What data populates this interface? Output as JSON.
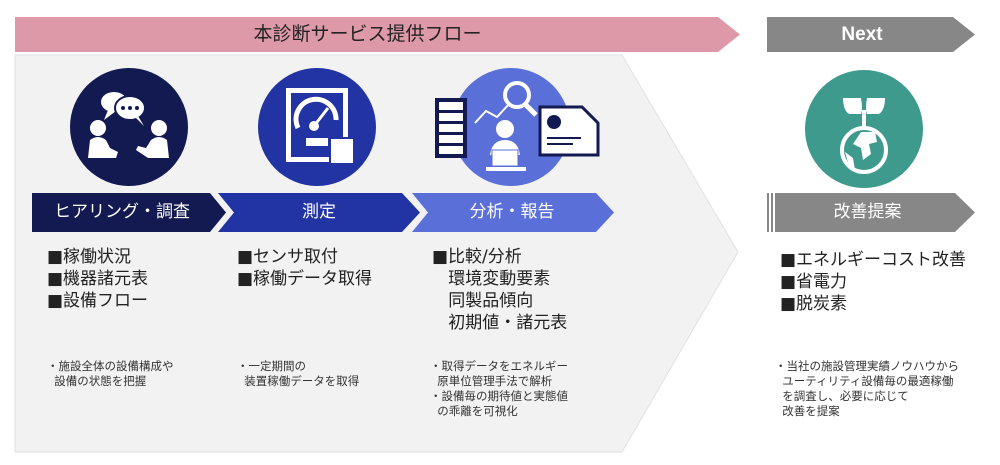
{
  "header": {
    "title": "本診断サービス提供フロー",
    "next_label": "Next"
  },
  "colors": {
    "banner_pink": "#dd99a8",
    "next_gray": "#878787",
    "panel_bg": "#f2f2f2",
    "step1": "#131a52",
    "step2": "#2233a3",
    "step3": "#5b6fd9",
    "proposal_green": "#3d9a8c"
  },
  "steps": [
    {
      "label": "ヒアリング・調査",
      "icon": "conversation-icon",
      "bullets": "■稼働状況\n■機器諸元表\n■設備フロー",
      "notes": "・施設全体の設備構成や\n  設備の状態を把握"
    },
    {
      "label": "測定",
      "icon": "meter-gauge-icon",
      "bullets": "■センサ取付\n■稼働データ取得",
      "notes": "・一定期間の\n  装置稼働データを取得"
    },
    {
      "label": "分析・報告",
      "icon": "analyst-report-icon",
      "bullets": "■比較/分析\n   環境変動要素\n   同製品傾向\n   初期値・諸元表",
      "notes": "・取得データをエネルギー\n  原単位管理手法で解析\n・設備毎の期待値と実態値\n  の乖離を可視化"
    }
  ],
  "next_step": {
    "label": "改善提案",
    "icon": "sprout-globe-icon",
    "bullets": "■エネルギーコスト改善\n■省電力\n■脱炭素",
    "notes": "・当社の施設管理実績ノウハウから\n  ユーティリティ設備毎の最適稼働\n  を調査し、必要に応じて\n  改善を提案"
  }
}
